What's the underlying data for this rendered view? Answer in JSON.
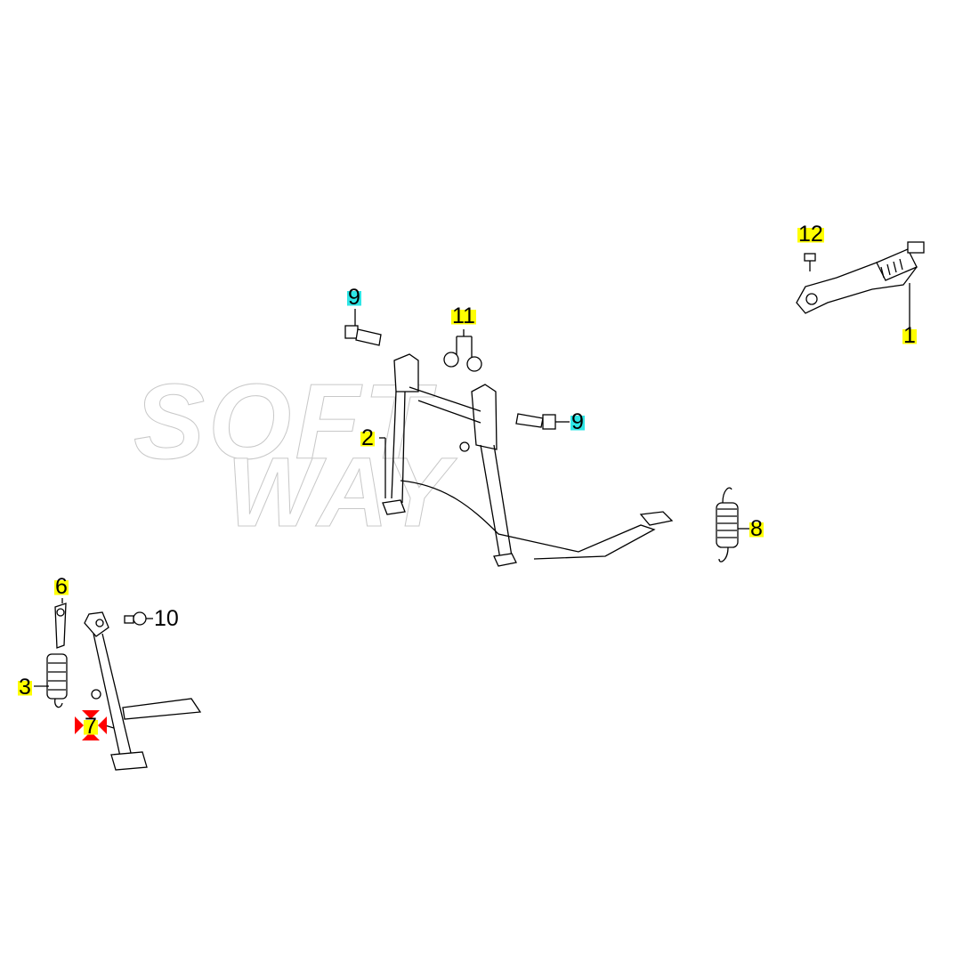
{
  "watermark": {
    "line1": "SOFT",
    "line2": "WAY"
  },
  "callouts": [
    {
      "id": "1",
      "label": "1",
      "highlight": "#ffff00"
    },
    {
      "id": "2",
      "label": "2",
      "highlight": "#ffff00"
    },
    {
      "id": "3",
      "label": "3",
      "highlight": "#ffff00"
    },
    {
      "id": "6",
      "label": "6",
      "highlight": "#ffff00"
    },
    {
      "id": "7",
      "label": "7",
      "highlight": "#ffff00",
      "marker": "#ff0000"
    },
    {
      "id": "8",
      "label": "8",
      "highlight": "#ffff00"
    },
    {
      "id": "9a",
      "label": "9",
      "highlight": "#2ee6e6"
    },
    {
      "id": "9b",
      "label": "9",
      "highlight": "#2ee6e6"
    },
    {
      "id": "10",
      "label": "10"
    },
    {
      "id": "11",
      "label": "11",
      "highlight": "#ffff00"
    },
    {
      "id": "12",
      "label": "12",
      "highlight": "#ffff00"
    }
  ]
}
